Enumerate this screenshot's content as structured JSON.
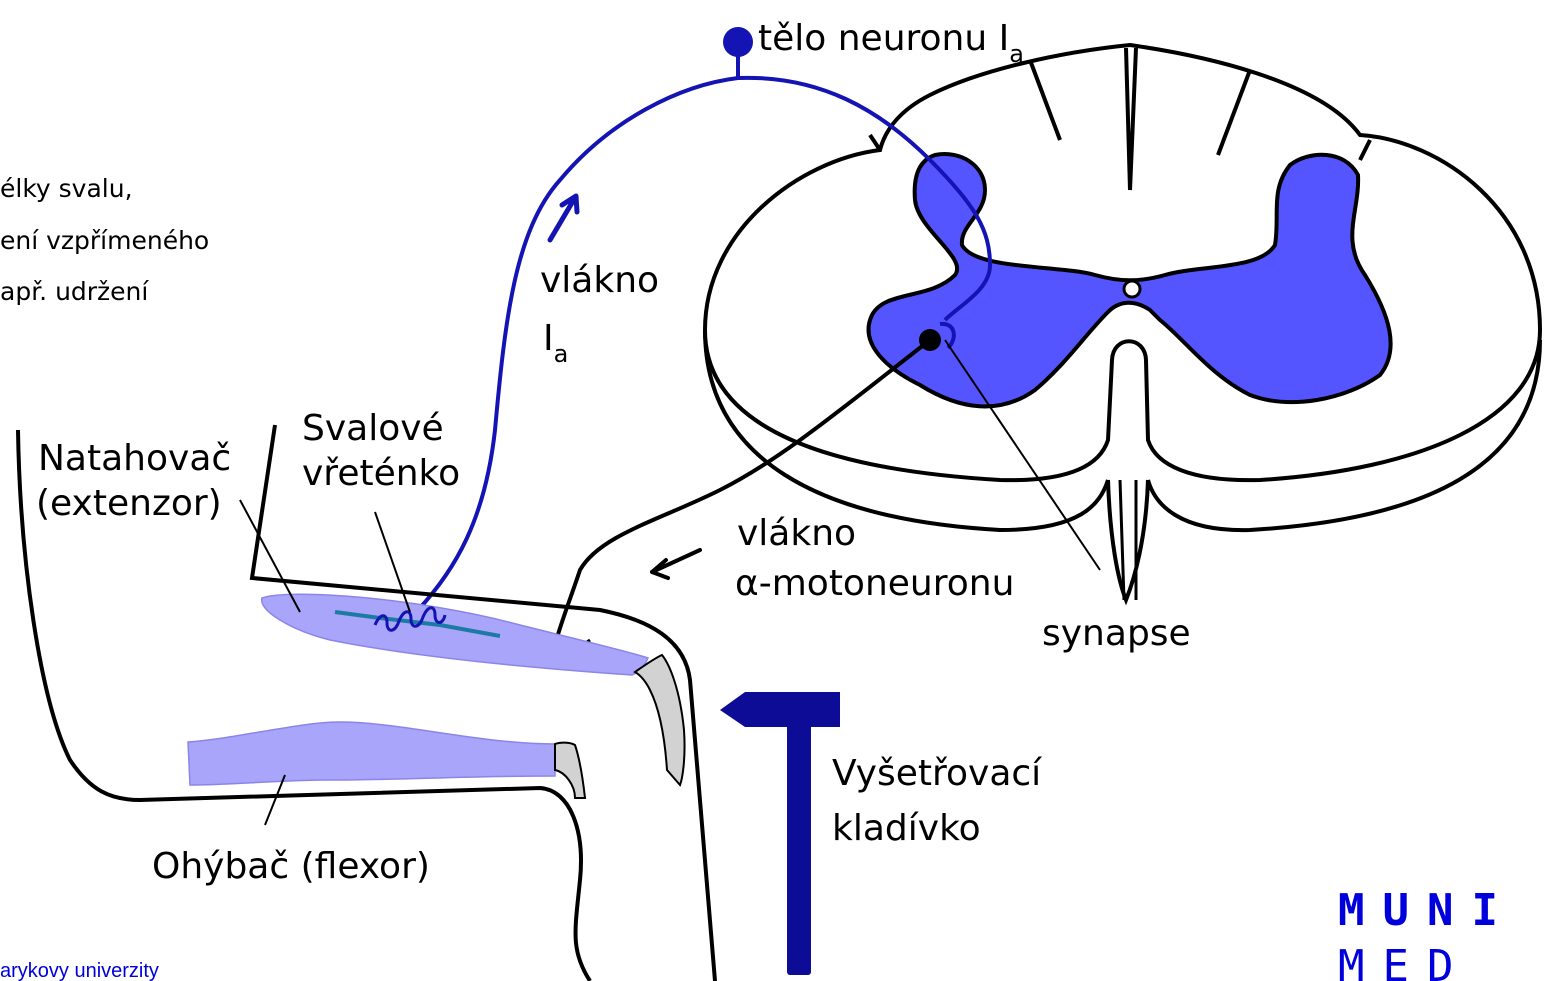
{
  "intro_text": {
    "line1": "élky svalu,",
    "line2": "ení vzpřímeného",
    "line3": "apř. udržení"
  },
  "labels": {
    "neuron_body": "tělo neuronu I",
    "neuron_body_sub": "a",
    "fiber_ia": "vlákno",
    "fiber_ia_symbol": "I",
    "fiber_ia_sub": "a",
    "extensor_1": "Natahovač",
    "extensor_2": "(extenzor)",
    "spindle_1": "Svalové",
    "spindle_2": "vřeténko",
    "motor_fiber_1": "vlákno",
    "motor_fiber_2": "α-motoneuronu",
    "synapse": "synapse",
    "hammer_1": "Vyšetřovací",
    "hammer_2": "kladívko",
    "flexor": "Ohýbač (flexor)"
  },
  "footer": {
    "text": "arykovy univerzity"
  },
  "logo": {
    "line1": "MUNI",
    "line2": "MED"
  },
  "colors": {
    "grey_matter": "#5555ff",
    "sensory_fiber": "#1414b4",
    "muscle": "#a9a5fb",
    "spindle": "#1c7ba5",
    "hammer": "#0c0c96",
    "tendon": "#d2d2d2",
    "logo": "#0000dc",
    "outline": "#000000"
  }
}
